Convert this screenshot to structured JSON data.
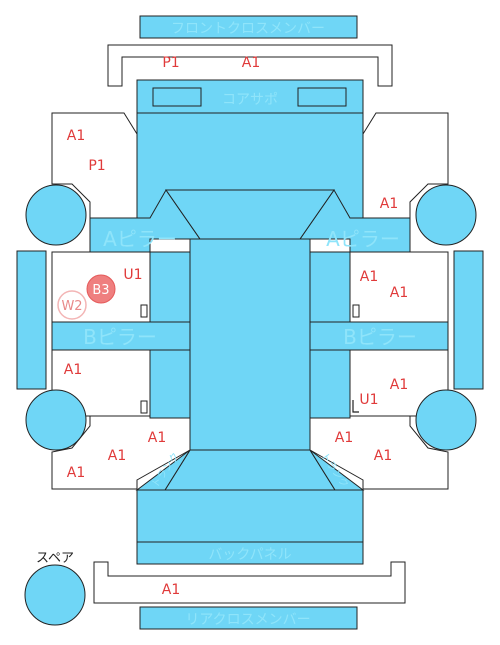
{
  "colors": {
    "panel_fill": "#6fd6f6",
    "panel_stroke": "#222222",
    "panel_text": "#8fe4fa",
    "mark_text": "#e03a3a",
    "b3_fill": "#ef7f7f",
    "w2_stroke": "#f3b5b5"
  },
  "panels": {
    "front_cross_member": "フロントクロスメンバー",
    "core_support": "コアサポ",
    "a_pillar_left": "Aピラー",
    "a_pillar_right": "Aピラー",
    "b_pillar_left": "Bピラー",
    "b_pillar_right": "Bピラー",
    "back_panel": "バックパネル",
    "rear_cross_member": "リアクロスメンバー",
    "trunk_left": "トランク",
    "trunk_right": "トランク",
    "spare_label": "スペア"
  },
  "damage_marks": {
    "front_cross_p1": "P1",
    "front_cross_a1": "A1",
    "front_left_fender_a1": "A1",
    "front_left_fender_p1": "P1",
    "front_right_fender_a1": "A1",
    "front_left_door_u1": "U1",
    "front_left_door_b3": "B3",
    "front_left_door_w2": "W2",
    "front_right_door_a1_1": "A1",
    "front_right_door_a1_2": "A1",
    "rear_left_door_a1": "A1",
    "rear_right_door_a1": "A1",
    "rear_right_door_u1": "U1",
    "rear_left_quarter_a1_1": "A1",
    "rear_left_quarter_a1_2": "A1",
    "rear_left_quarter_a1_3": "A1",
    "rear_right_quarter_a1_1": "A1",
    "rear_right_quarter_a1_2": "A1",
    "rear_cross_a1": "A1"
  }
}
